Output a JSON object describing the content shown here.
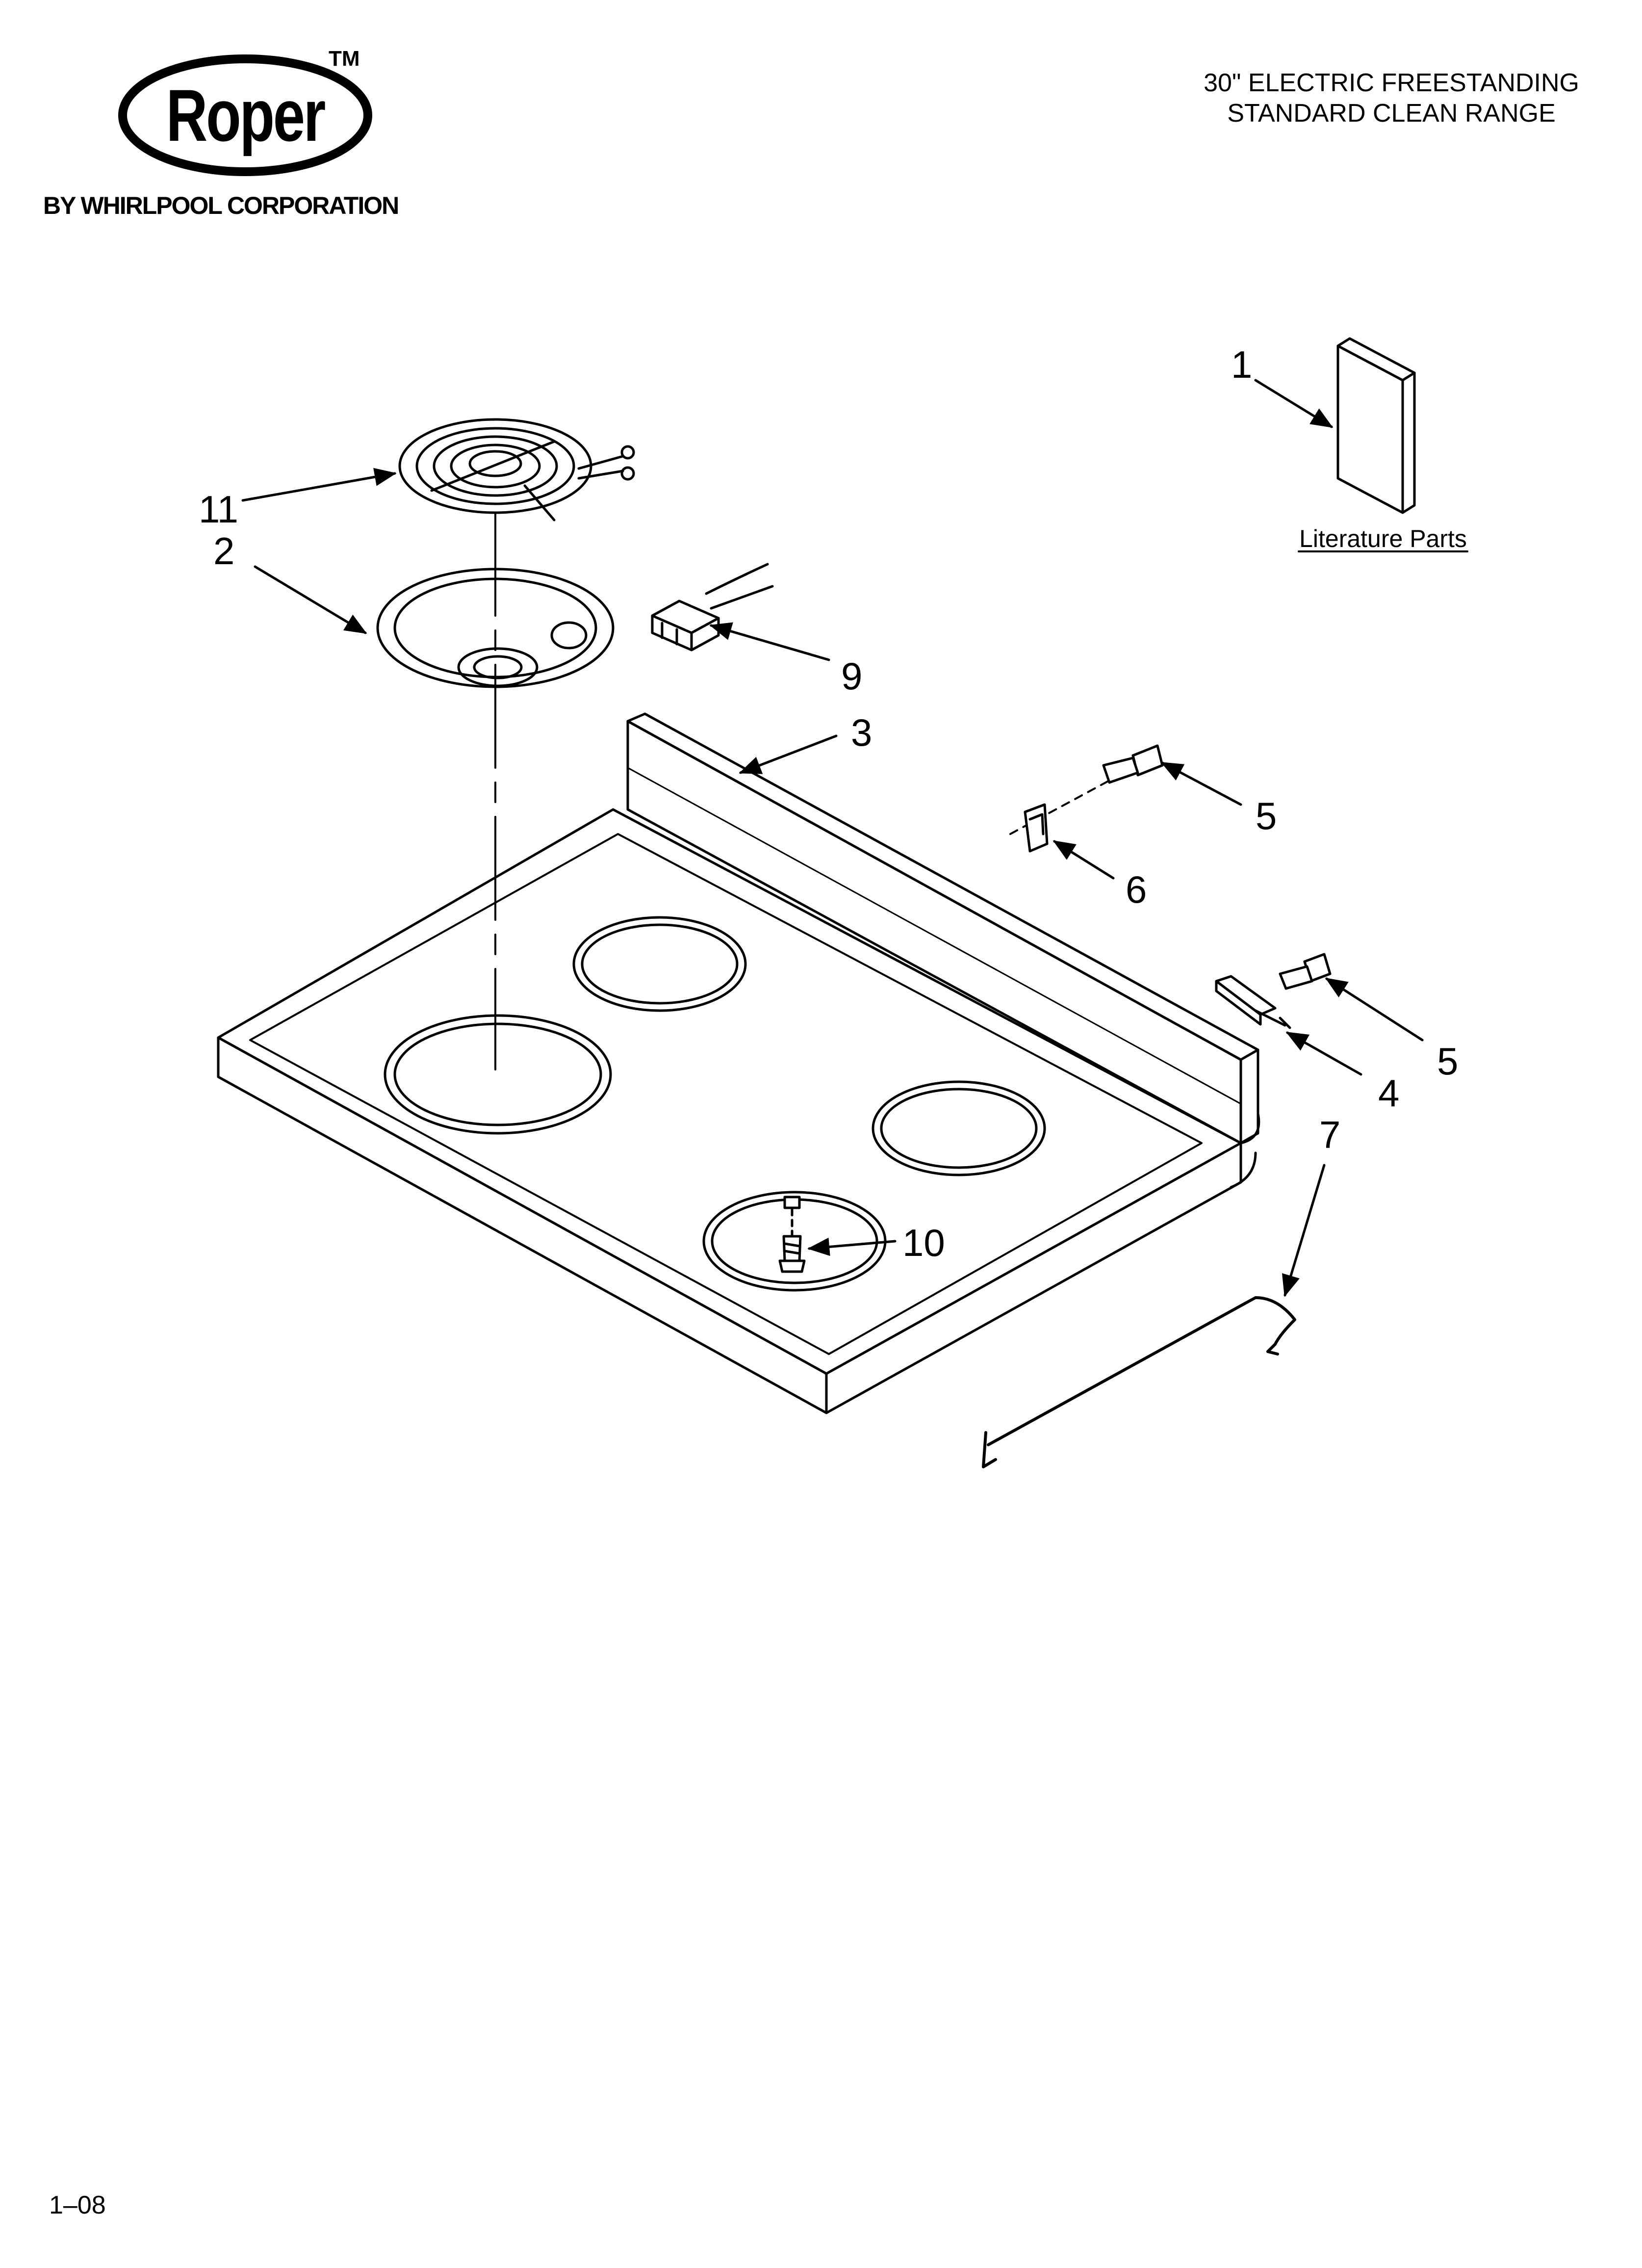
{
  "brand": {
    "logo_word": "Roper",
    "trademark": "TM",
    "subtitle": "BY WHIRLPOOL CORPORATION"
  },
  "header": {
    "line1": "30\" ELECTRIC FREESTANDING",
    "line2": "STANDARD CLEAN RANGE"
  },
  "callouts": {
    "c1": "1",
    "c2": "2",
    "c3": "3",
    "c4": "4",
    "c5a": "5",
    "c5b": "5",
    "c6": "6",
    "c7": "7",
    "c9": "9",
    "c10": "10",
    "c11": "11"
  },
  "literature_label": "Literature Parts",
  "footer": {
    "page_code": "1–08"
  }
}
